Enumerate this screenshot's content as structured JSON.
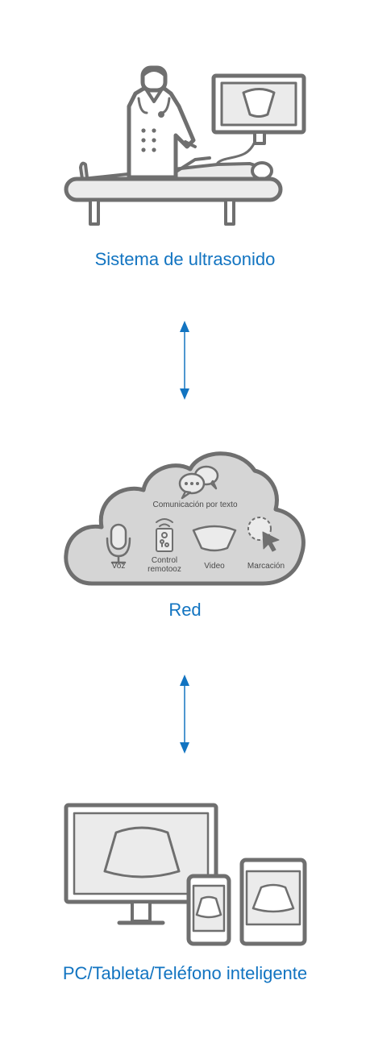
{
  "colors": {
    "accent_blue": "#1274c1",
    "illustration_gray": "#6f6f6f",
    "fill_light_gray": "#ebebeb",
    "cloud_fill": "#d5d5d5"
  },
  "sections": {
    "ultrasound": {
      "label": "Sistema de ultrasonido",
      "icon": "doctor-patient-ultrasound-illustration"
    },
    "network": {
      "label": "Red",
      "icon": "cloud-icon",
      "features": {
        "text_chat": "Comunicación por texto",
        "voice": "Voz",
        "remote_control_line1": "Control",
        "remote_control_line2": "remotooz",
        "video": "Video",
        "marking": "Marcación"
      }
    },
    "devices": {
      "label": "PC/Tableta/Teléfono inteligente",
      "icon": "devices-illustration"
    }
  },
  "arrows": [
    {
      "name": "bidirectional-arrow-top",
      "icon": "double-arrow-icon"
    },
    {
      "name": "bidirectional-arrow-bottom",
      "icon": "double-arrow-icon"
    }
  ]
}
